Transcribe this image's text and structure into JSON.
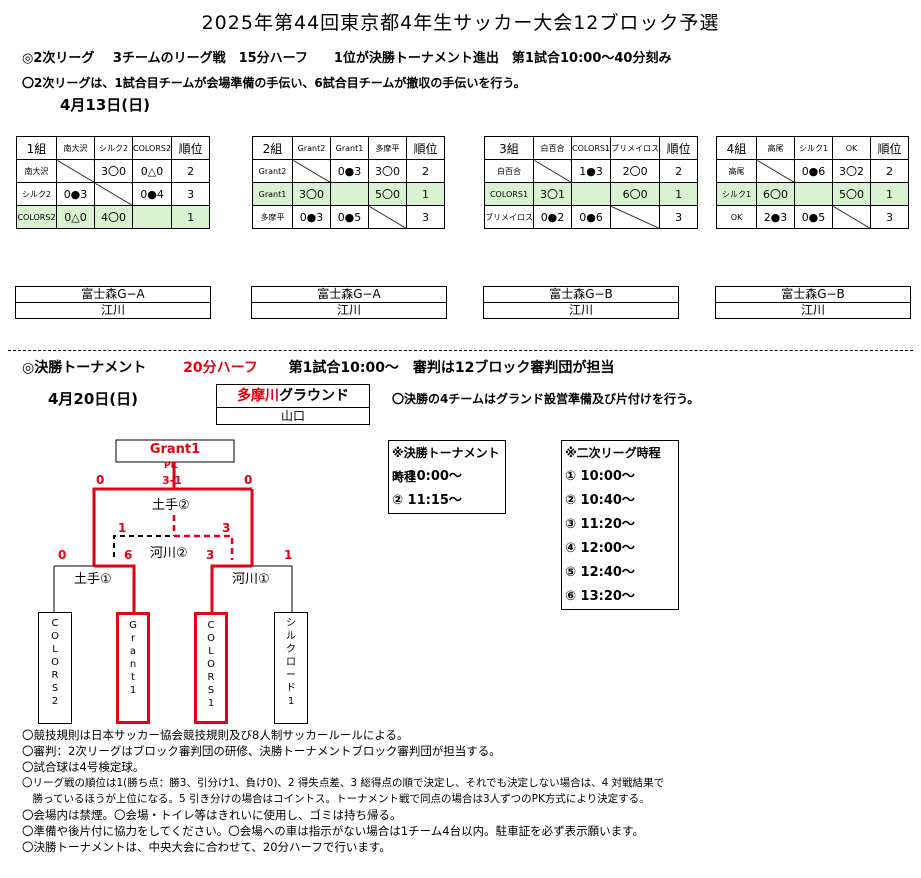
{
  "title": "2025年第44回東京都4年生サッカー大会12ブロック予選",
  "league": {
    "heading": "◎2次リーグ",
    "desc": "3チームのリーグ戦　15分ハーフ　　1位が決勝トーナメント進出　第1試合10:00〜40分刻み",
    "note": "〇2次リーグは、1試合目チームが会場準備の手伝い、6試合目チームが撤収の手伝いを行う。",
    "date": "4月13日(日)",
    "rank_header": "順位",
    "groups": [
      {
        "name": "1組",
        "cols": [
          "南大沢",
          "シルク2",
          "COLORS2"
        ],
        "rows": [
          {
            "team": "南大沢",
            "r": [
              "",
              "3〇0",
              "0△0"
            ],
            "rank": "2",
            "hl": false
          },
          {
            "team": "シルク2",
            "r": [
              "0●3",
              "",
              "0●4"
            ],
            "rank": "3",
            "hl": false
          },
          {
            "team": "COLORS2",
            "r": [
              "0△0",
              "4〇0",
              ""
            ],
            "rank": "1",
            "hl": true
          }
        ],
        "venue": "富士森G−A",
        "ref": "江川"
      },
      {
        "name": "2組",
        "cols": [
          "Grant2",
          "Grant1",
          "多摩平"
        ],
        "rows": [
          {
            "team": "Grant2",
            "r": [
              "",
              "0●3",
              "3〇0"
            ],
            "rank": "2",
            "hl": false
          },
          {
            "team": "Grant1",
            "r": [
              "3〇0",
              "",
              "5〇0"
            ],
            "rank": "1",
            "hl": true
          },
          {
            "team": "多摩平",
            "r": [
              "0●3",
              "0●5",
              ""
            ],
            "rank": "3",
            "hl": false
          }
        ],
        "venue": "富士森G−A",
        "ref": "江川"
      },
      {
        "name": "3組",
        "cols": [
          "白百合",
          "COLORS1",
          "ブリメイロス"
        ],
        "rows": [
          {
            "team": "白百合",
            "r": [
              "",
              "1●3",
              "2〇0"
            ],
            "rank": "2",
            "hl": false
          },
          {
            "team": "COLORS1",
            "r": [
              "3〇1",
              "",
              "6〇0"
            ],
            "rank": "1",
            "hl": true
          },
          {
            "team": "ブリメイロス",
            "r": [
              "0●2",
              "0●6",
              ""
            ],
            "rank": "3",
            "hl": false
          }
        ],
        "venue": "富士森G−B",
        "ref": "江川"
      },
      {
        "name": "4組",
        "cols": [
          "高尾",
          "シルク1",
          "OK"
        ],
        "rows": [
          {
            "team": "高尾",
            "r": [
              "",
              "0●6",
              "3〇2"
            ],
            "rank": "2",
            "hl": false
          },
          {
            "team": "シルク1",
            "r": [
              "6〇0",
              "",
              "5〇0"
            ],
            "rank": "1",
            "hl": true
          },
          {
            "team": "OK",
            "r": [
              "2●3",
              "0●5",
              ""
            ],
            "rank": "3",
            "hl": false
          }
        ],
        "venue": "富士森G−B",
        "ref": "江川"
      }
    ]
  },
  "tournament": {
    "heading": "◎決勝トーナメント",
    "half": "20分ハーフ",
    "desc": "第1試合10:00〜　審判は12ブロック審判団が担当",
    "date": "4月20日(日)",
    "venue_red": "多摩川",
    "venue_rest": "グラウンド",
    "venue_sub": "山口",
    "note": "〇決勝の4チームはグランド設営準備及び片付けを行う。",
    "champion": "Grant1",
    "pk": "PK",
    "final_score": "3-1",
    "scores": {
      "final_left": "0",
      "final_right": "0",
      "third_left": "1",
      "third_right": "3",
      "sf1_left": "0",
      "sf1_right": "6",
      "sf2_left": "3",
      "sf2_right": "1"
    },
    "match_labels": {
      "final": "土手②",
      "third": "河川②",
      "sf1": "土手①",
      "sf2": "河川①"
    },
    "teams": [
      "COLORS2",
      "Grant1",
      "COLORS1",
      "シルクロード1"
    ],
    "schedule_final": {
      "header": "※決勝トーナメント時程",
      "items": [
        "① 10:00〜",
        "② 11:15〜"
      ]
    },
    "schedule_league": {
      "header": "※二次リーグ時程",
      "items": [
        "① 10:00〜",
        "② 10:40〜",
        "③ 11:20〜",
        "④ 12:00〜",
        "⑤ 12:40〜",
        "⑥ 13:20〜"
      ]
    }
  },
  "notes": [
    "〇競技規則は日本サッカー協会競技規則及び8人制サッカールールによる。",
    "〇審判：2次リーグはブロック審判団の研修、決勝トーナメントブロック審判団が担当する。",
    "〇試合球は4号検定球。",
    "〇リーグ戦の順位は1(勝ち点：勝3、引分け1、負け0)、2 得失点差、3 総得点の順で決定し、それでも決定しない場合は、4 対戦結果で",
    "　勝っているほうが上位になる。5 引き分けの場合はコイントス。トーナメント戦で同点の場合は3人ずつのPK方式により決定する。",
    "〇会場内は禁煙。〇会場・トイレ等はきれいに使用し、ゴミは持ち帰る。",
    "〇準備や後片付に協力をしてください。〇会場への車は指示がない場合は1チーム4台以内。駐車証を必ず表示願います。",
    "〇決勝トーナメントは、中央大会に合わせて、20分ハーフで行います。"
  ],
  "colors": {
    "red": "#e60012",
    "highlight": "#d9f2d0"
  }
}
